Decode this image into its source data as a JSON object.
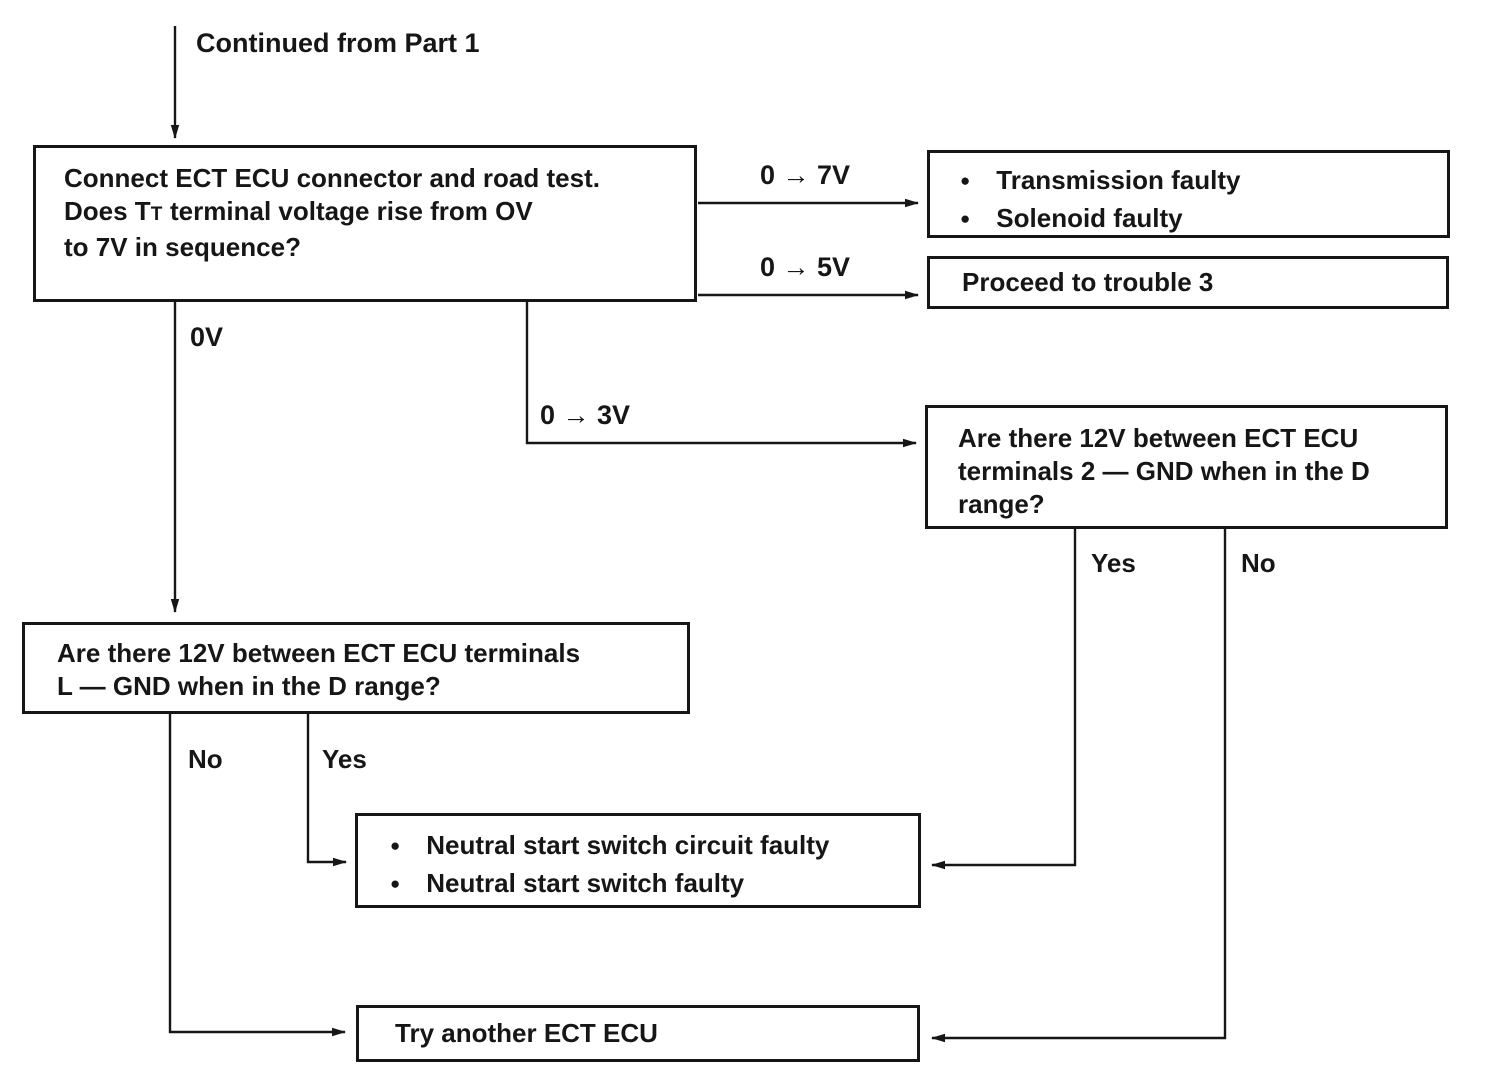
{
  "colors": {
    "ink": "#161616",
    "paper": "#ffffff"
  },
  "header": {
    "continued_from": "Continued from Part 1"
  },
  "nodes": {
    "q1": {
      "line1": "Connect ECT ECU connector and road test.",
      "line2_pre": "Does T",
      "line2_sub": "T",
      "line2_post": " terminal voltage rise from OV",
      "line3": "to 7V in sequence?"
    },
    "r1": {
      "bullet_glyph": "●",
      "items": [
        "Transmission faulty",
        "Solenoid faulty"
      ]
    },
    "r2": {
      "text": "Proceed to trouble 3"
    },
    "q2": {
      "line1": "Are there 12V between ECT ECU",
      "line2": "terminals 2 — GND when in the D",
      "line3": "range?"
    },
    "q3": {
      "line1": "Are there 12V between ECT ECU terminals",
      "line2": "L — GND when in the D range?"
    },
    "r3": {
      "bullet_glyph": "●",
      "items": [
        "Neutral start switch circuit faulty",
        "Neutral start switch faulty"
      ]
    },
    "r4": {
      "text": "Try another ECT ECU"
    }
  },
  "edge_labels": {
    "to7v": "0 → 7V",
    "to5v": "0 → 5V",
    "to3v": "0 → 3V",
    "zerov": "0V",
    "yes_right": "Yes",
    "no_right": "No",
    "no_left": "No",
    "yes_left": "Yes"
  }
}
